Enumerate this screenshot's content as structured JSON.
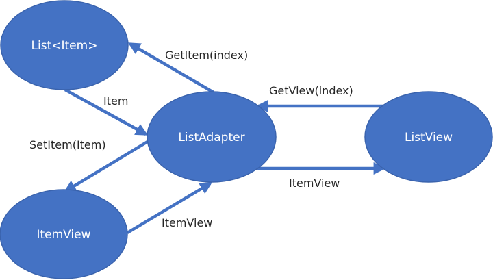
{
  "colors": {
    "node_fill": "#4472C4",
    "node_stroke": "#3A63AD",
    "arrow": "#4472C4",
    "label_text": "#262626",
    "node_text": "#ffffff"
  },
  "nodes": {
    "list_item": "List<Item>",
    "list_adapter": "ListAdapter",
    "list_view": "ListView",
    "item_view": "ItemView"
  },
  "edges": {
    "get_item": "GetItem(index)",
    "item": "Item",
    "set_item": "SetItem(Item)",
    "get_view": "GetView(index)",
    "item_view_to_listview": "ItemView",
    "item_view_to_adapter": "ItemView"
  }
}
